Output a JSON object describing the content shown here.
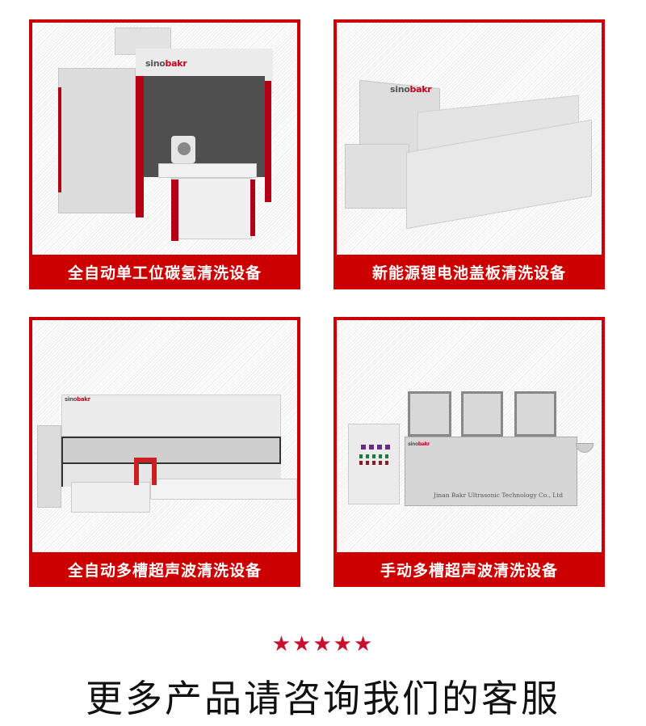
{
  "products": [
    {
      "caption": "全自动单工位碳氢清洗设备",
      "brand": {
        "prefix": "sino",
        "suffix": "bakr"
      },
      "image_desc": "single-station hydrocarbon cleaning machine"
    },
    {
      "caption": "新能源锂电池盖板清洗设备",
      "brand": {
        "prefix": "sino",
        "suffix": "bakr"
      },
      "image_desc": "lithium battery cover plate cleaning line"
    },
    {
      "caption": "全自动多槽超声波清洗设备",
      "brand": {
        "prefix": "sino",
        "suffix": "bakr"
      },
      "image_desc": "automatic multi-tank ultrasonic cleaning line"
    },
    {
      "caption": "手动多槽超声波清洗设备",
      "brand": {
        "prefix": "sino",
        "suffix": "bakr"
      },
      "image_desc": "manual multi-tank ultrasonic cleaner",
      "watermark": "Jinan Bakr Ultrasonic Technology Co., Ltd"
    }
  ],
  "rating": {
    "stars": "★★★★★",
    "count": 5
  },
  "footer": {
    "title": "更多产品请咨询我们的客服"
  },
  "colors": {
    "accent": "#cc0000",
    "star": "#c8102e",
    "text": "#111111"
  }
}
